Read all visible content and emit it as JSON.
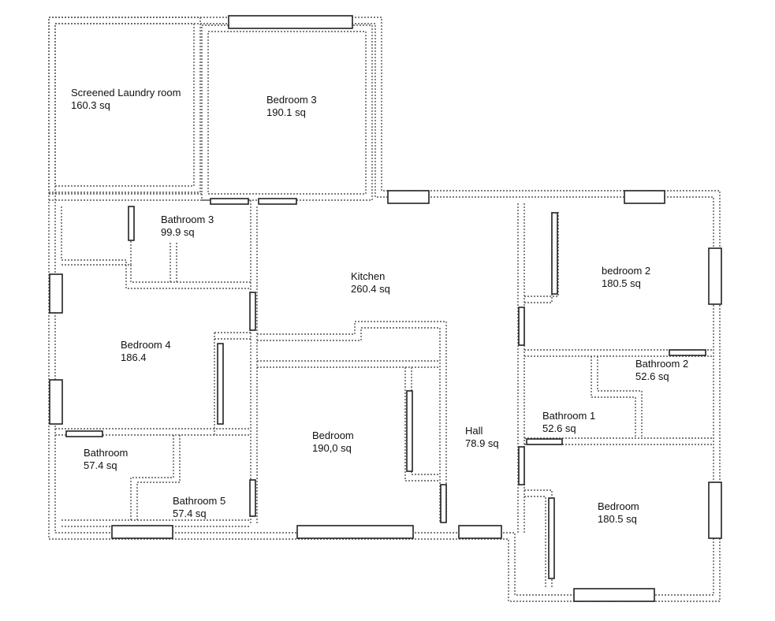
{
  "rooms": {
    "laundry": {
      "name": "Screened Laundry room",
      "area": "160.3 sq"
    },
    "bedroom3": {
      "name": "Bedroom 3",
      "area": "190.1 sq"
    },
    "bathroom3": {
      "name": "Bathroom 3",
      "area": "99.9 sq"
    },
    "kitchen": {
      "name": "Kitchen",
      "area": "260.4 sq"
    },
    "bedroom2": {
      "name": "bedroom 2",
      "area": "180.5 sq"
    },
    "bedroom4": {
      "name": "Bedroom 4",
      "area": "186.4"
    },
    "bathroom2": {
      "name": "Bathroom 2",
      "area": "52.6 sq"
    },
    "bathroom1": {
      "name": "Bathroom 1",
      "area": "52.6 sq"
    },
    "bedroom_center": {
      "name": "Bedroom",
      "area": "190,0 sq"
    },
    "hall": {
      "name": "Hall",
      "area": "78.9 sq"
    },
    "bathroom": {
      "name": "Bathroom",
      "area": "57.4 sq"
    },
    "bathroom5": {
      "name": "Bathroom 5",
      "area": "57.4 sq"
    },
    "bedroom_se": {
      "name": "Bedroom",
      "area": "180.5 sq"
    }
  }
}
